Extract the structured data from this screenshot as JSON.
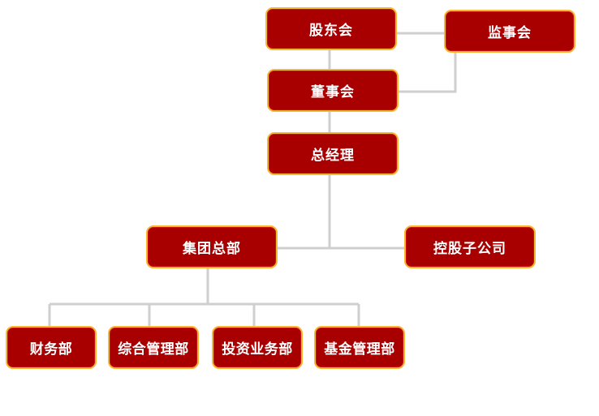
{
  "colors": {
    "node_fill": "#a80000",
    "node_border": "#f7b733",
    "connector": "#cfcfcf",
    "text": "#ffffff"
  },
  "nodes": {
    "shareholders_meeting": "股东会",
    "supervisory_board": "监事会",
    "board_of_directors": "董事会",
    "general_manager": "总经理",
    "group_headquarters": "集团总部",
    "holding_subsidiary": "控股子公司",
    "finance_department": "财务部",
    "general_management_department": "综合管理部",
    "investment_business_department": "投资业务部",
    "fund_management_department": "基金管理部"
  }
}
